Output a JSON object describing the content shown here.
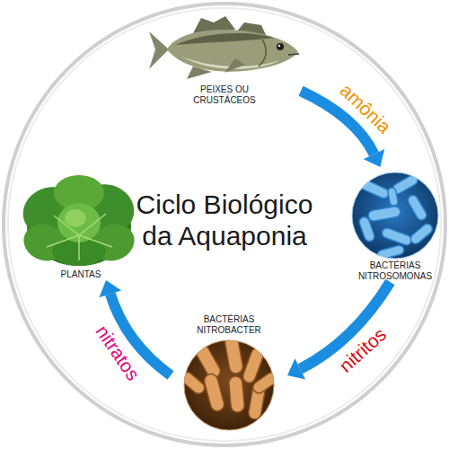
{
  "diagram": {
    "title": "Ciclo Biológico da Aquaponia",
    "nodes": [
      {
        "text": [
          "PEIXES OU CRUSTÁCEOS"
        ]
      },
      {
        "text": [
          "PLANTAS"
        ]
      },
      {
        "text": [
          "BACTÉRIAS NITROSOMONAS"
        ]
      },
      {
        "text": [
          "BACTÉRIAS NITROBACTER"
        ]
      }
    ],
    "edges": [
      {
        "from": 0,
        "to": 2,
        "label": "amônia",
        "arrow": "to"
      },
      {
        "from": 2,
        "to": 3,
        "label": "nitritos",
        "arrow": "to"
      },
      {
        "from": 3,
        "to": 1,
        "label": "nitratos",
        "arrow": "to"
      }
    ]
  }
}
